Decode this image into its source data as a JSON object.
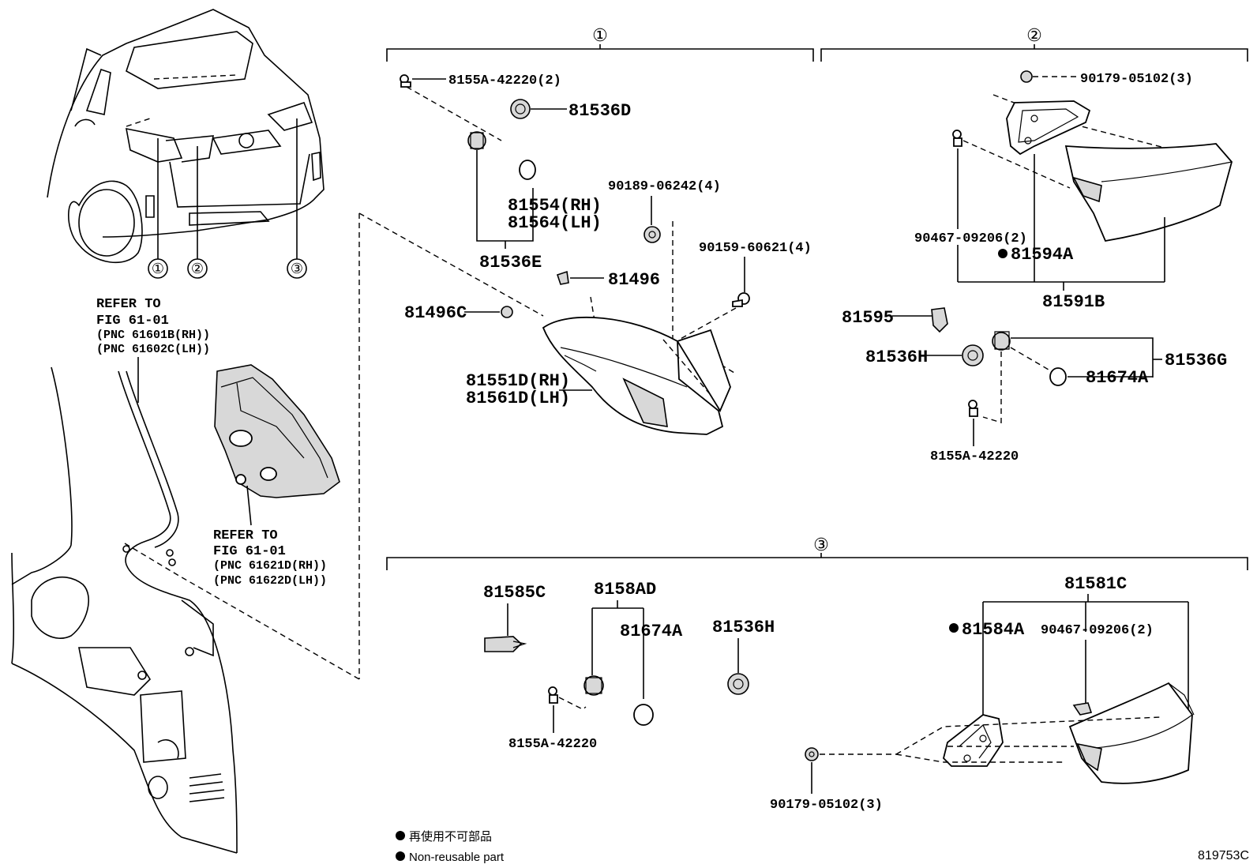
{
  "sections": {
    "s1": "①",
    "s2": "②",
    "s3": "③"
  },
  "car_callouts": [
    "①",
    "②",
    "③"
  ],
  "refer1": {
    "line1": "REFER TO",
    "line2": "FIG 61-01",
    "line3": "(PNC 61601B(RH))",
    "line4": "(PNC 61602C(LH))"
  },
  "refer2": {
    "line1": "REFER TO",
    "line2": "FIG 61-01",
    "line3": "(PNC 61621D(RH))",
    "line4": "(PNC 61622D(LH))"
  },
  "parts1": {
    "p8155A_2": "8155A-42220(2)",
    "p81536D": "81536D",
    "p81554": "81554(RH)",
    "p81564": "81564(LH)",
    "p81536E": "81536E",
    "p90189": "90189-06242(4)",
    "p90159": "90159-60621(4)",
    "p81496": "81496",
    "p81496C": "81496C",
    "p81551D": "81551D(RH)",
    "p81561D": "81561D(LH)"
  },
  "parts2": {
    "p90179": "90179-05102(3)",
    "p90467": "90467-09206(2)",
    "p81594A": "81594A",
    "p81591B": "81591B",
    "p81595": "81595",
    "p81536H": "81536H",
    "p81536G": "81536G",
    "p81674A": "81674A",
    "p8155A": "8155A-42220"
  },
  "parts3": {
    "p81585C": "81585C",
    "p8158AD": "8158AD",
    "p81674A": "81674A",
    "p81536H": "81536H",
    "p81581C": "81581C",
    "p81584A": "81584A",
    "p90467": "90467-09206(2)",
    "p8155A": "8155A-42220",
    "p90179": "90179-05102(3)"
  },
  "legend": {
    "jp": "再使用不可部品",
    "en": "Non-reusable part"
  },
  "figure_code": "819753C"
}
